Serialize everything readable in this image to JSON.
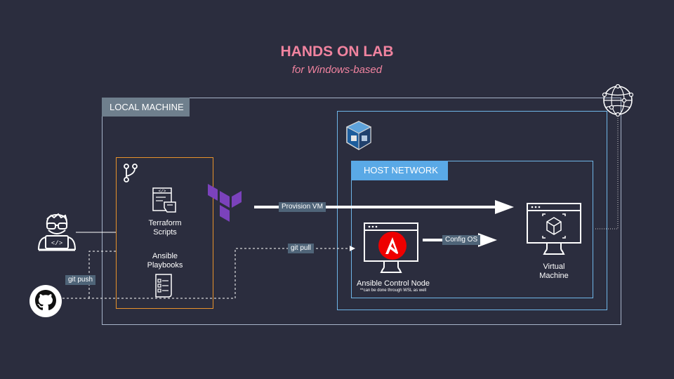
{
  "header": {
    "title": "HANDS ON LAB",
    "subtitle": "for Windows-based"
  },
  "containers": {
    "local_machine": "LOCAL MACHINE",
    "host_network": "HOST NETWORK"
  },
  "nodes": {
    "terraform_scripts": "Terraform\nScripts",
    "ansible_playbooks": "Ansible\nPlaybooks",
    "ansible_control_node": "Ansible Control Node",
    "ansible_note": "**can be done through WSL as well",
    "virtual_machine": "Virtual\nMachine"
  },
  "edges": {
    "provision_vm": "Provision VM",
    "config_os": "Config OS",
    "git_pull": "git pull",
    "git_push": "git push"
  },
  "icons": [
    "developer-icon",
    "github-icon",
    "git-branch-icon",
    "code-file-icon",
    "playbook-icon",
    "terraform-icon",
    "virtualbox-icon",
    "ansible-icon",
    "vm-monitor-icon",
    "globe-icon"
  ],
  "colors": {
    "background": "#2b2d3e",
    "title": "#f0839f",
    "local_border": "#a7b4c9",
    "network_border": "#6fb6e8",
    "repo_border": "#e8922b",
    "terraform": "#7b42bc",
    "ansible": "#e00"
  }
}
